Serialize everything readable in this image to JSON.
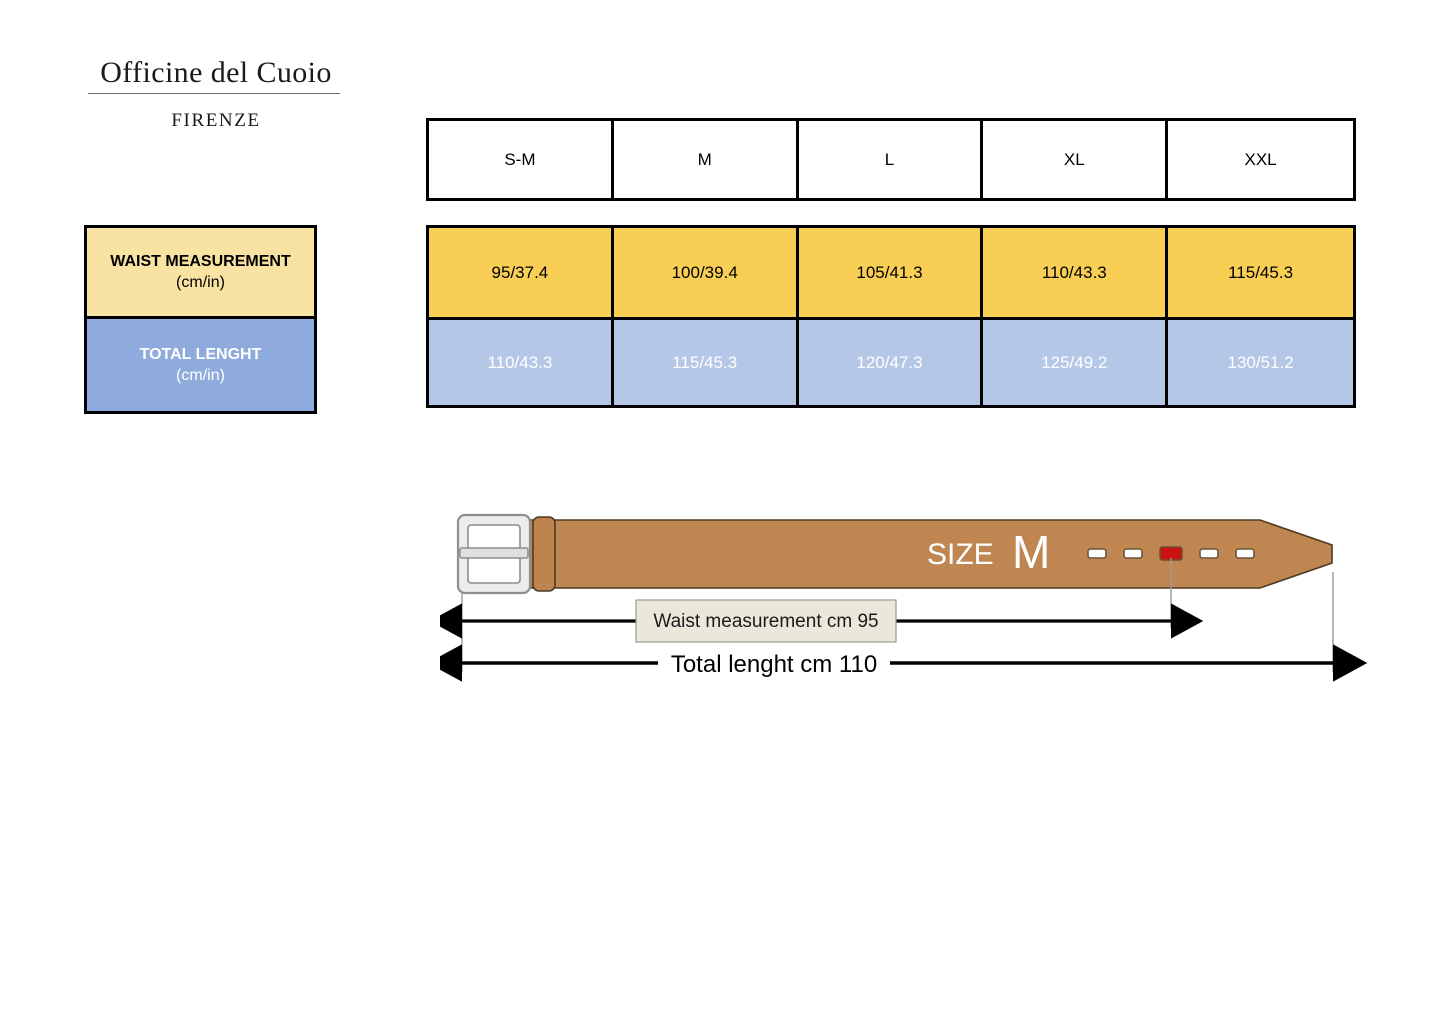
{
  "brand": {
    "name": "Officine del Cuoio",
    "subtitle": "FIRENZE"
  },
  "table": {
    "size_headers": [
      "S-M",
      "M",
      "L",
      "XL",
      "XXL"
    ],
    "rows": [
      {
        "label_title": "WAIST MEASUREMENT",
        "label_unit": "(cm/in)",
        "values": [
          "95/37.4",
          "100/39.4",
          "105/41.3",
          "110/43.3",
          "115/45.3"
        ],
        "fill": "#F8CE55",
        "label_fill": "#F8E3A3",
        "text_color": "#000000"
      },
      {
        "label_title": "TOTAL LENGHT",
        "label_unit": "(cm/in)",
        "values": [
          "110/43.3",
          "115/45.3",
          "120/47.3",
          "125/49.2",
          "130/51.2"
        ],
        "fill": "#B4C7E7",
        "label_fill": "#8FAADC",
        "text_color": "#FFFFFF"
      }
    ]
  },
  "belt": {
    "size_word": "SIZE",
    "size_letter": "M",
    "leather_color": "#C08651",
    "buckle_color": "#E8E8E8",
    "hole_count": 5,
    "highlighted_hole_index": 3,
    "highlight_color": "#CC1111",
    "waist_dimension": "Waist measurement  cm 95",
    "total_dimension": "Total lenght cm 110"
  }
}
